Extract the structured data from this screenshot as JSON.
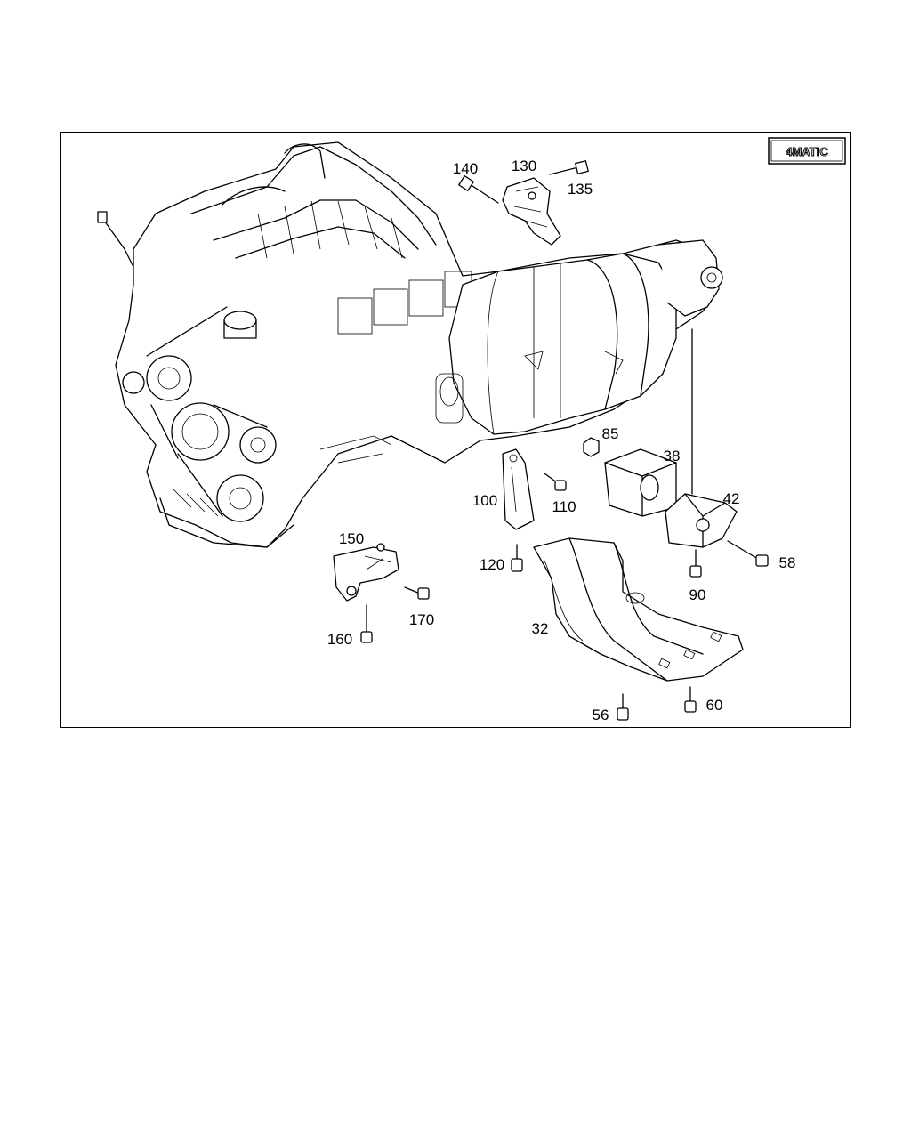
{
  "badge": {
    "text": "4MATIC"
  },
  "parts": [
    {
      "id": "140",
      "label": "140"
    },
    {
      "id": "130",
      "label": "130"
    },
    {
      "id": "135",
      "label": "135"
    },
    {
      "id": "85",
      "label": "85"
    },
    {
      "id": "38",
      "label": "38"
    },
    {
      "id": "42",
      "label": "42"
    },
    {
      "id": "100",
      "label": "100"
    },
    {
      "id": "110",
      "label": "110"
    },
    {
      "id": "150",
      "label": "150"
    },
    {
      "id": "120",
      "label": "120"
    },
    {
      "id": "58",
      "label": "58"
    },
    {
      "id": "90",
      "label": "90"
    },
    {
      "id": "170",
      "label": "170"
    },
    {
      "id": "32",
      "label": "32"
    },
    {
      "id": "160",
      "label": "160"
    },
    {
      "id": "56",
      "label": "56"
    },
    {
      "id": "60",
      "label": "60"
    }
  ]
}
